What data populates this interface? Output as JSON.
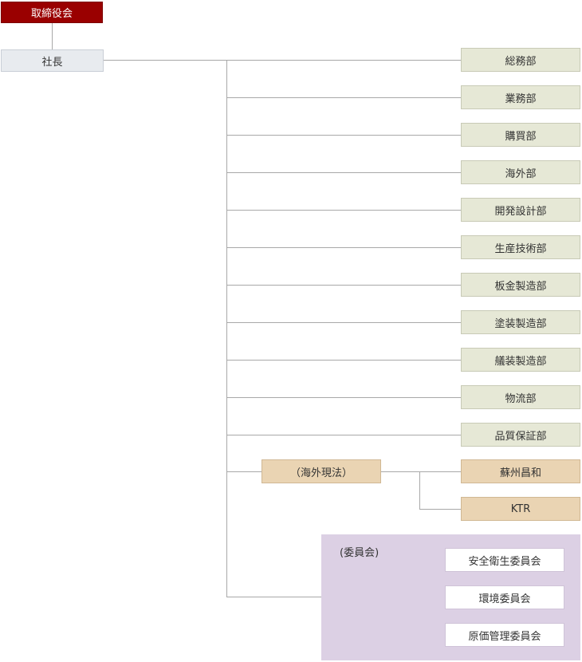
{
  "board": "取締役会",
  "president": "社長",
  "departments": [
    "総務部",
    "業務部",
    "購買部",
    "海外部",
    "開発設計部",
    "生産技術部",
    "板金製造部",
    "塗装製造部",
    "艤装製造部",
    "物流部",
    "品質保証部"
  ],
  "overseas": {
    "label": "（海外現法）",
    "subsidiaries": [
      "蘇州昌和",
      "KTR"
    ]
  },
  "committees": {
    "title": "(委員会)",
    "items": [
      "安全衛生委員会",
      "環境委員会",
      "原価管理委員会"
    ]
  },
  "colors": {
    "board": "#9a0000",
    "president": "#e8ebef",
    "department": "#e6e8d6",
    "overseas": "#ead4b3",
    "committee_panel": "#dcd0e4"
  }
}
